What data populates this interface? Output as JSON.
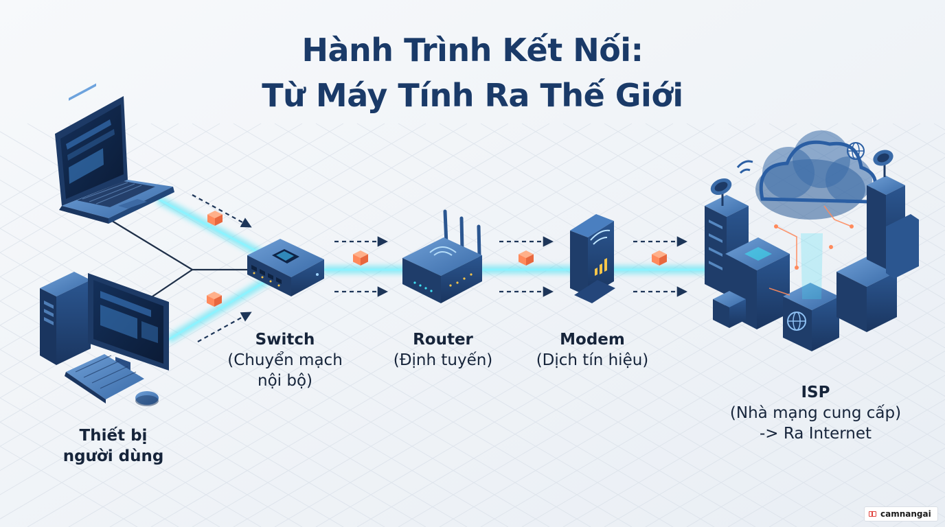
{
  "title": {
    "line1": "Hành Trình Kết Nối:",
    "line2": "Từ Máy Tính Ra Thế Giới"
  },
  "nodes": {
    "user": {
      "line1": "Thiết bị",
      "line2": "người dùng"
    },
    "switch": {
      "name": "Switch",
      "desc_line1": "(Chuyển mạch",
      "desc_line2": "nội bộ)"
    },
    "router": {
      "name": "Router",
      "desc": "(Định tuyến)"
    },
    "modem": {
      "name": "Modem",
      "desc": "(Dịch tín hiệu)"
    },
    "isp": {
      "name": "ISP",
      "desc_line1": "(Nhà mạng cung cấp)",
      "desc_line2": "-> Ra Internet"
    }
  },
  "watermark": {
    "text": "camnangai",
    "icon": "book-icon"
  },
  "colors": {
    "title": "#1a3a68",
    "device_dark": "#1d3a66",
    "device_mid": "#2f5f9a",
    "device_light": "#5b8fcc",
    "screen": "#0f2240",
    "glow": "#3fe0f2",
    "packet": "#ff8a5c",
    "arrow": "#1d3558"
  }
}
